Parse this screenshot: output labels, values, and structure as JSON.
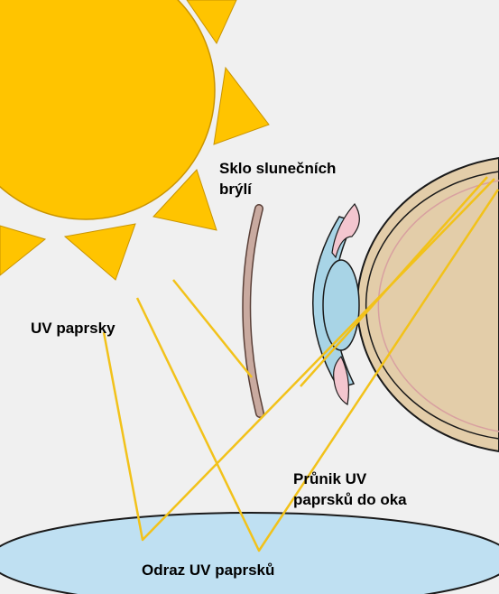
{
  "labels": {
    "sunglasses_line1": "Sklo slunečních",
    "sunglasses_line2": "brýlí",
    "uv_rays": "UV paprsky",
    "penetration_line1": "Průnik UV",
    "penetration_line2": "paprsků do oka",
    "reflection": "Odraz UV paprsků"
  },
  "colors": {
    "background": "#f0f0f0",
    "sun": "#ffc400",
    "uv_rays": "#f2c21a",
    "glass": "#c9aaa0",
    "eye_interior": "#e3cda9",
    "cornea_lens": "#a8d4e6",
    "iris_ciliary": "#f3c6cf",
    "water_surface": "#bfe0f2"
  }
}
